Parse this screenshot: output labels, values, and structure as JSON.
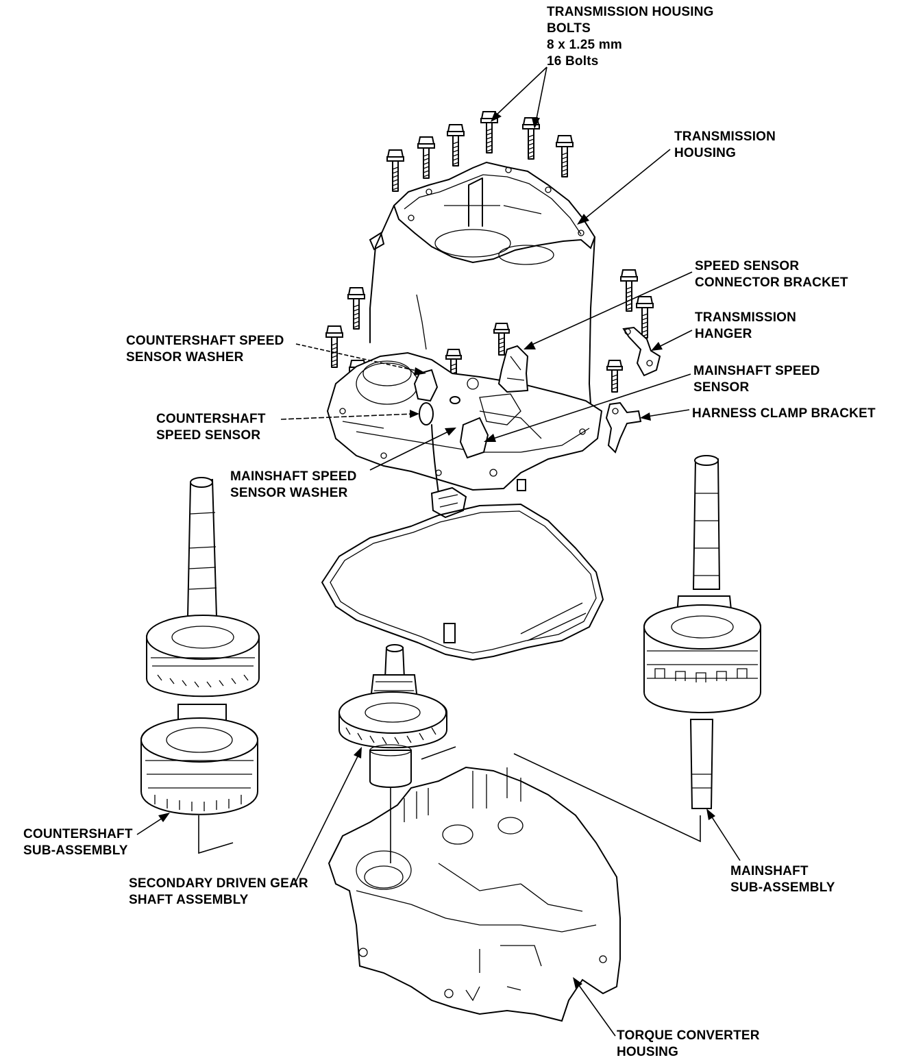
{
  "labels": {
    "bolts": {
      "l1": "TRANSMISSION HOUSING",
      "l2": "BOLTS",
      "l3": "8 x 1.25 mm",
      "l4": "16 Bolts"
    },
    "housing": {
      "l1": "TRANSMISSION",
      "l2": "HOUSING"
    },
    "ssc_bracket": {
      "l1": "SPEED SENSOR",
      "l2": "CONNECTOR BRACKET"
    },
    "hanger": {
      "l1": "TRANSMISSION",
      "l2": "HANGER"
    },
    "cs_washer": {
      "l1": "COUNTERSHAFT SPEED",
      "l2": "SENSOR WASHER"
    },
    "ms_sensor": {
      "l1": "MAINSHAFT SPEED",
      "l2": "SENSOR"
    },
    "harness": {
      "l1": "HARNESS CLAMP BRACKET"
    },
    "cs_sensor": {
      "l1": "COUNTERSHAFT",
      "l2": "SPEED SENSOR"
    },
    "ms_washer": {
      "l1": "MAINSHAFT SPEED",
      "l2": "SENSOR WASHER"
    },
    "cs_sub": {
      "l1": "COUNTERSHAFT",
      "l2": "SUB-ASSEMBLY"
    },
    "sec_gear": {
      "l1": "SECONDARY DRIVEN GEAR",
      "l2": "SHAFT ASSEMBLY"
    },
    "ms_sub": {
      "l1": "MAINSHAFT",
      "l2": "SUB-ASSEMBLY"
    },
    "tc_housing": {
      "l1": "TORQUE CONVERTER",
      "l2": "HOUSING"
    }
  }
}
